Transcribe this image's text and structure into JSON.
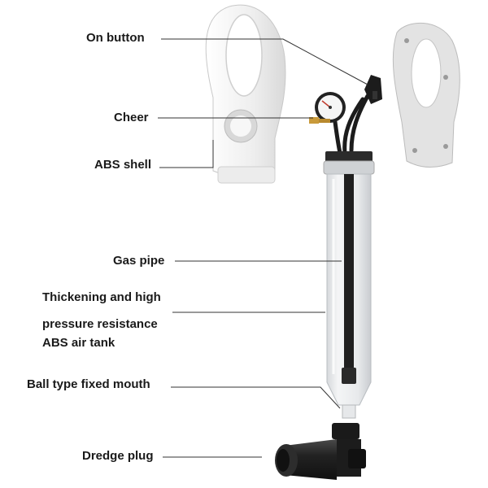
{
  "labels": {
    "on_button": "On button",
    "cheer": "Cheer",
    "abs_shell": "ABS shell",
    "gas_pipe": "Gas pipe",
    "thickening_line1": "Thickening and high",
    "thickening_line2": "pressure resistance",
    "thickening_line3": "ABS air tank",
    "ball_type": "Ball type fixed mouth",
    "dredge_plug": "Dredge plug"
  },
  "colors": {
    "shell_white": "#f2f2f2",
    "plastic_black": "#1f1f1f",
    "tank_clear": "#e4e6e8",
    "gauge_brass": "#c99a3a",
    "leader_line": "#333333"
  }
}
